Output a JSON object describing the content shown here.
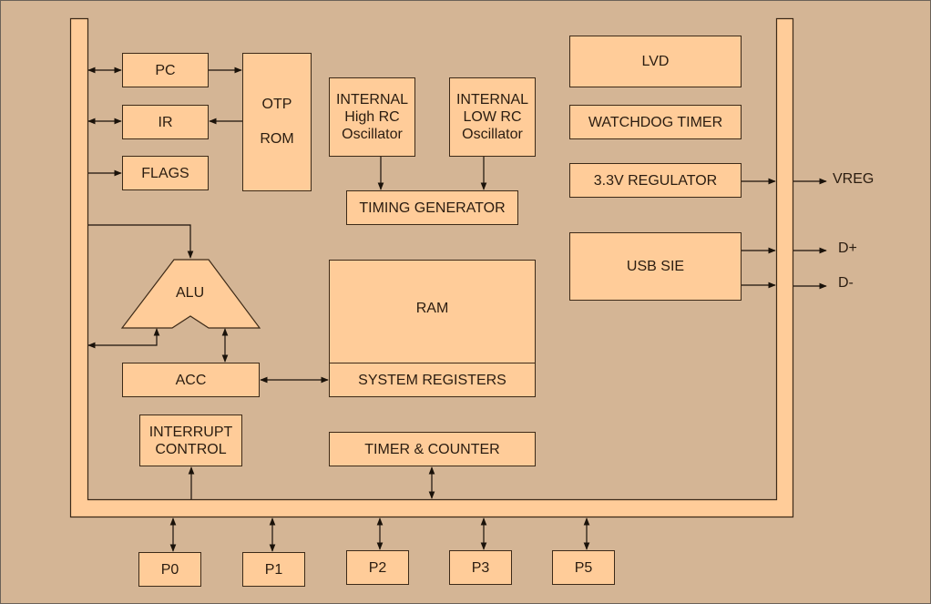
{
  "diagram": {
    "colors": {
      "background": "#D4B595",
      "block_fill": "#FFCC99",
      "block_border": "#3d2a18",
      "wire": "#1a120a"
    },
    "blocks": {
      "pc": "PC",
      "ir": "IR",
      "flags": "FLAGS",
      "otp_rom_line1": "OTP",
      "otp_rom_line2": "ROM",
      "high_rc_line1": "INTERNAL",
      "high_rc_line2": "High RC",
      "high_rc_line3": "Oscillator",
      "low_rc_line1": "INTERNAL",
      "low_rc_line2": "LOW RC",
      "low_rc_line3": "Oscillator",
      "timing_generator": "TIMING GENERATOR",
      "lvd": "LVD",
      "watchdog_timer": "WATCHDOG TIMER",
      "regulator": "3.3V REGULATOR",
      "usb_sie": "USB SIE",
      "alu": "ALU",
      "ram": "RAM",
      "system_registers": "SYSTEM REGISTERS",
      "acc": "ACC",
      "interrupt_line1": "INTERRUPT",
      "interrupt_line2": "CONTROL",
      "timer_counter": "TIMER & COUNTER"
    },
    "ports": [
      "P0",
      "P1",
      "P2",
      "P3",
      "P5"
    ],
    "external_signals": {
      "vreg": "VREG",
      "d_plus": "D+",
      "d_minus": "D-"
    }
  }
}
